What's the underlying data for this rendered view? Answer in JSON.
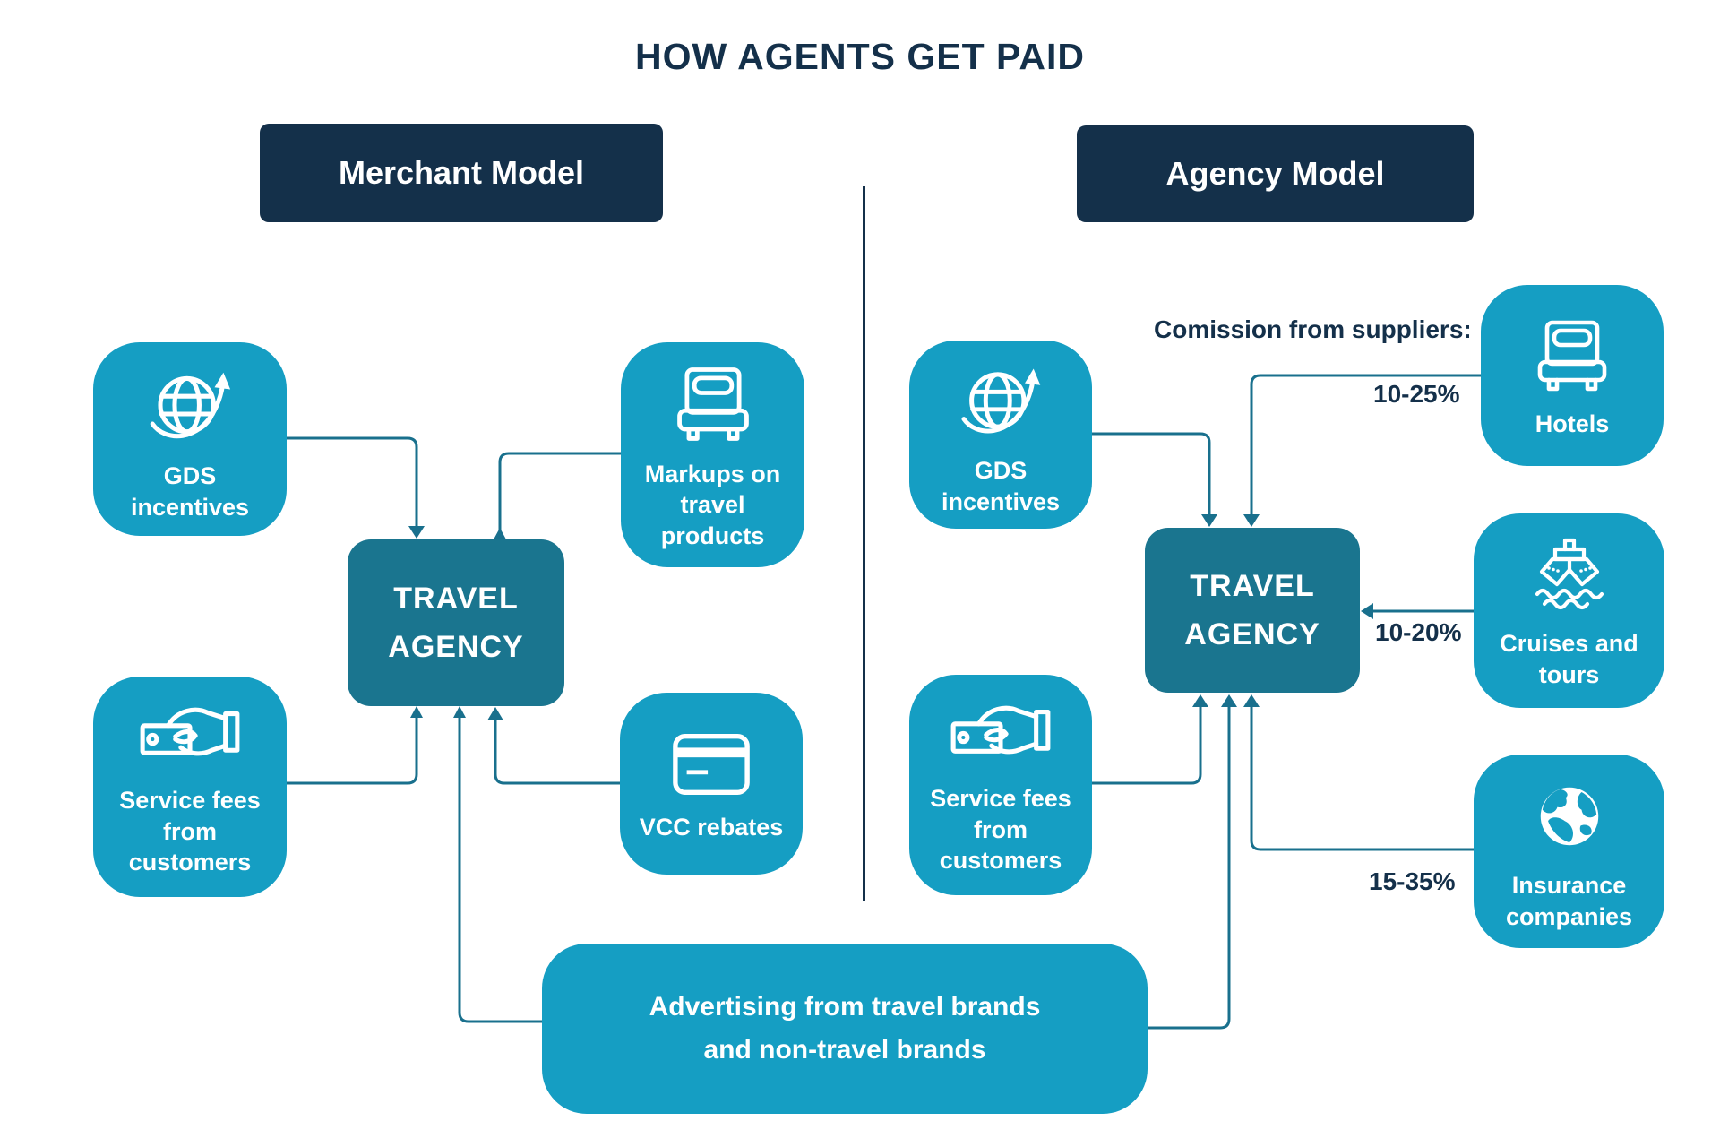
{
  "title": "HOW AGENTS GET PAID",
  "merchant_model": {
    "header": "Merchant Model",
    "travel_agency": "TRAVEL\nAGENCY",
    "sources": [
      {
        "label": "GDS\nincentives",
        "icon": "globe-arrow-icon"
      },
      {
        "label": "Markups on\ntravel\nproducts",
        "icon": "bed-icon"
      },
      {
        "label": "Service fees\nfrom\ncustomers",
        "icon": "money-hand-icon"
      },
      {
        "label": "VCC rebates",
        "icon": "credit-card-icon"
      }
    ]
  },
  "agency_model": {
    "header": "Agency Model",
    "travel_agency": "TRAVEL\nAGENCY",
    "commission_label": "Comission from suppliers:",
    "sources": [
      {
        "label": "GDS\nincentives",
        "icon": "globe-arrow-icon"
      },
      {
        "label": "Service fees\nfrom\ncustomers",
        "icon": "money-hand-icon"
      }
    ],
    "suppliers": [
      {
        "label": "Hotels",
        "icon": "bed-icon",
        "percent": "10-25%"
      },
      {
        "label": "Cruises and\ntours",
        "icon": "ship-icon",
        "percent": "10-20%"
      },
      {
        "label": "Insurance\ncompanies",
        "icon": "earth-icon",
        "percent": "15-35%"
      }
    ]
  },
  "shared": {
    "advertising": "Advertising from travel brands\nand non-travel brands"
  },
  "colors": {
    "navy": "#14304A",
    "teal": "#159EC3",
    "teal_dark": "#1A758F",
    "line": "#19708D",
    "background": "#FFFFFF"
  }
}
